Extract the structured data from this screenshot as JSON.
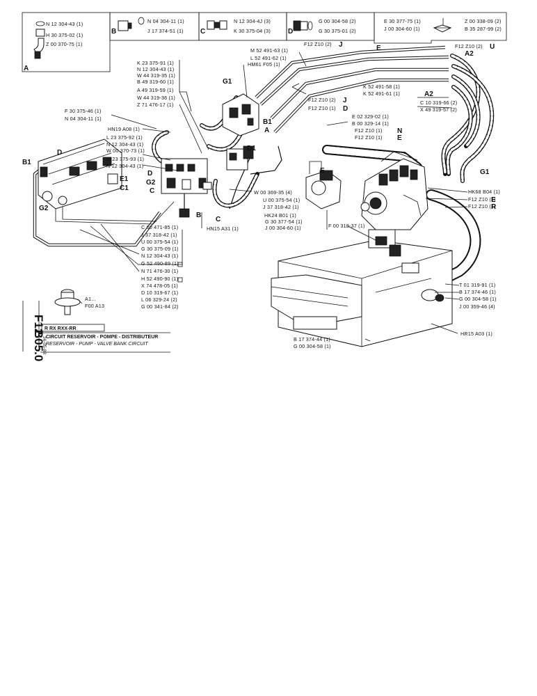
{
  "sheet": {
    "code_group": "F12",
    "code_sheet": "B05.0",
    "ref_line": "R  RX  RXX-RR",
    "date_code": "36-05-88",
    "title_fr": "CIRCUIT RESERVOIR - POMPE - DISTRIBUTEUR",
    "title_en": "RESERVOIR - PUMP - VALVE BANK CIRCUIT"
  },
  "inset_boxes": [
    {
      "letter": "A",
      "items": [
        "N 12 304-43 (1)",
        "H 30 375-02 (1)",
        "Z 00 370-75 (1)"
      ]
    },
    {
      "letter": "B",
      "items": [
        "N 04 304-11 (1)",
        "J 17 374-51 (1)"
      ]
    },
    {
      "letter": "C",
      "items": [
        "N 12 304-4J (3)",
        "K 30 375-04 (3)"
      ]
    },
    {
      "letter": "D",
      "items": [
        "G 00 304-58 (2)",
        "G 30 375-01 (2)"
      ]
    },
    {
      "letter": "E",
      "items": [
        "E 30 377-75 (1)",
        "J 00 304-60 (1)",
        "Z 00 338-09 (2)",
        "B 35 287-99 (2)"
      ]
    }
  ],
  "callouts": {
    "upper_left_stack": [
      "K 23 375-91 (1)",
      "N 12 304-43 (1)",
      "W 44 319-35 (1)",
      "B 49 319-60 (1)",
      "A 49 319-59 (1)",
      "W 44 319-36 (1)",
      "Z 71 476-17 (1)"
    ],
    "left_pair": [
      "F 30 375-46 (1)",
      "N 04 304-11 (1)"
    ],
    "mid_left_stack": [
      "HN19  A08 (1)",
      "L 23 375-92 (1)",
      "N 12 304-43 (1)",
      "W 00 370-73 (1)",
      "M 23 375-93 (1)",
      "N 12 304-43 (1)"
    ],
    "hm61": "HM61 F05 (1)",
    "top_pipes": [
      "M 52 491-63 (1)",
      "L 52 491-62 (1)"
    ],
    "f12_top": "F12  Z10 (2)",
    "f12_top_letter": "J",
    "f12_right": "F12  Z10 (2)",
    "f12_right_letter": "U",
    "pipes_mid": [
      "K 52 491-58 (1)",
      "K 52 491-61 (1)"
    ],
    "f12_j": "F12  Z10 (2)",
    "f12_j_letter": "J",
    "f12_d": "F12  Z10 (1)",
    "f12_d_letter": "D",
    "right_hoses": [
      "C 10 319-66 (2)",
      "X 49 319-57 (2)"
    ],
    "center_column": [
      "E 02 329-02 (1)",
      "B 00 329-14 (1)"
    ],
    "f12_n": "F12  Z10 (1)",
    "f12_n_letter": "N",
    "f12_e": "F12  Z10 (1)",
    "f12_e_letter": "E",
    "lower_mid": [
      "W 00 369-35 (4)",
      "U 00 375-54 (1)",
      "J 37 318-42 (1)"
    ],
    "hk24": "HK24  B01 (1)",
    "lower_mid2": [
      "G 30 377-54 (1)",
      "J 00 304-60 (1)"
    ],
    "f00": "F 00 318-37 (1)",
    "hk68": "HK68  B04 (1)",
    "f12_e2": "F12  Z10 (1)",
    "f12_e2_letter": "E",
    "f12_r": "F12  Z10 (1)",
    "f12_r_letter": "R",
    "hn15_a31": "HN15  A31 (1)",
    "lower_left_stack": [
      "C 60 471-85 (1)",
      "J 37 318-42 (1)",
      "U 00 375-54 (1)",
      "G 30 375-09 (1)",
      "N 12 304-43 (1)",
      "G 52 490-89 (1)"
    ],
    "n71": "N 71 476-30 (1)",
    "lower_left_stack2": [
      "H 52 490-90 (1)",
      "X 74 478-05 (1)",
      "D 10 319-67 (1)",
      "L 06 329-24 (2)",
      "G 00 341-84 (2)"
    ],
    "right_bottom": [
      "T 01 319-91 (1)",
      "B 17 374-46 (1)",
      "G 00 304-58 (1)",
      "J 00 359-46 (4)"
    ],
    "hr15": "HR15  A03 (1)",
    "bottom_pair": [
      "B 17 374-44 (1)",
      "G 00 304-58 (1)"
    ],
    "filter_ref_a": "A1...",
    "filter_ref_f": "F00  A13"
  },
  "letters": [
    "A",
    "B",
    "C",
    "D",
    "E",
    "G1",
    "B1",
    "A2",
    "D1",
    "G2",
    "E1",
    "C1"
  ]
}
